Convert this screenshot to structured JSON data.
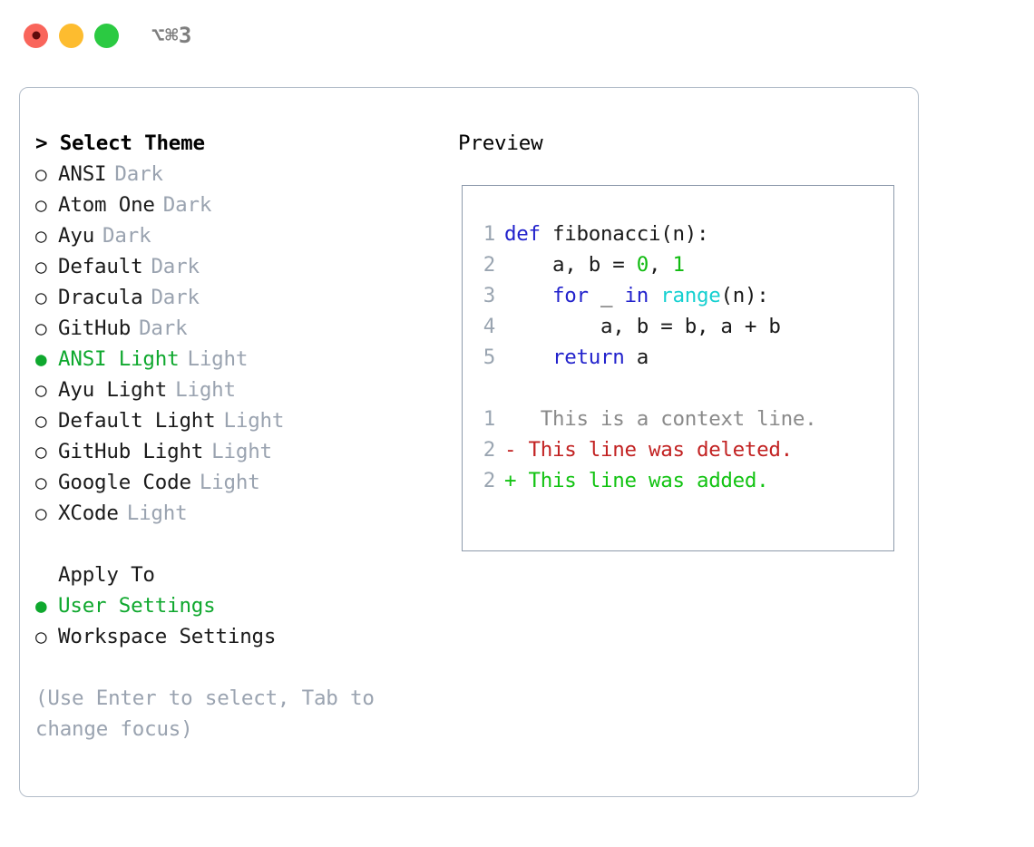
{
  "window": {
    "shortcut_hint": "⌥⌘3",
    "traffic_lights": [
      {
        "name": "close",
        "color": "#f9655b"
      },
      {
        "name": "minimize",
        "color": "#fdbc2f"
      },
      {
        "name": "maximize",
        "color": "#2bca42"
      }
    ]
  },
  "theme_panel": {
    "title": "> Select Theme",
    "items": [
      {
        "marker": "○",
        "label": "ANSI",
        "tag": "Dark",
        "selected": false
      },
      {
        "marker": "○",
        "label": "Atom One",
        "tag": "Dark",
        "selected": false
      },
      {
        "marker": "○",
        "label": "Ayu",
        "tag": "Dark",
        "selected": false
      },
      {
        "marker": "○",
        "label": "Default",
        "tag": "Dark",
        "selected": false
      },
      {
        "marker": "○",
        "label": "Dracula",
        "tag": "Dark",
        "selected": false
      },
      {
        "marker": "○",
        "label": "GitHub",
        "tag": "Dark",
        "selected": false
      },
      {
        "marker": "●",
        "label": "ANSI Light",
        "tag": "Light",
        "selected": true
      },
      {
        "marker": "○",
        "label": "Ayu Light",
        "tag": "Light",
        "selected": false
      },
      {
        "marker": "○",
        "label": "Default Light",
        "tag": "Light",
        "selected": false
      },
      {
        "marker": "○",
        "label": "GitHub Light",
        "tag": "Light",
        "selected": false
      },
      {
        "marker": "○",
        "label": "Google Code",
        "tag": "Light",
        "selected": false
      },
      {
        "marker": "○",
        "label": "XCode",
        "tag": "Light",
        "selected": false
      }
    ]
  },
  "apply_to": {
    "title": "Apply To",
    "items": [
      {
        "marker": "●",
        "label": "User Settings",
        "selected": true
      },
      {
        "marker": "○",
        "label": "Workspace Settings",
        "selected": false
      }
    ]
  },
  "hint": {
    "line1": "(Use Enter to select, Tab to",
    "line2": "change focus)"
  },
  "preview": {
    "title": "Preview",
    "code_lines": [
      {
        "lineno": "1",
        "tokens": [
          {
            "text": "def ",
            "type": "kw"
          },
          {
            "text": "fibonacci(n):",
            "type": "plain"
          }
        ]
      },
      {
        "lineno": "2",
        "tokens": [
          {
            "text": "    a, b = ",
            "type": "plain"
          },
          {
            "text": "0",
            "type": "num"
          },
          {
            "text": ", ",
            "type": "plain"
          },
          {
            "text": "1",
            "type": "num"
          }
        ]
      },
      {
        "lineno": "3",
        "tokens": [
          {
            "text": "    ",
            "type": "plain"
          },
          {
            "text": "for",
            "type": "kw"
          },
          {
            "text": " _ ",
            "type": "plain"
          },
          {
            "text": "in",
            "type": "kw"
          },
          {
            "text": " ",
            "type": "plain"
          },
          {
            "text": "range",
            "type": "fn"
          },
          {
            "text": "(n):",
            "type": "plain"
          }
        ]
      },
      {
        "lineno": "4",
        "tokens": [
          {
            "text": "        a, b = b, a + b",
            "type": "plain"
          }
        ]
      },
      {
        "lineno": "5",
        "tokens": [
          {
            "text": "    ",
            "type": "plain"
          },
          {
            "text": "return",
            "type": "kw"
          },
          {
            "text": " a",
            "type": "plain"
          }
        ]
      }
    ],
    "diff_lines": [
      {
        "lineno": "1",
        "sign": " ",
        "text": "  This is a context line.",
        "kind": "context"
      },
      {
        "lineno": "2",
        "sign": "-",
        "text": " This line was deleted.",
        "kind": "del"
      },
      {
        "lineno": "2",
        "sign": "+",
        "text": " This line was added.",
        "kind": "add"
      }
    ]
  },
  "colors": {
    "accent_green": "#0fa82e",
    "tag_gray": "#9aa3b0",
    "keyword_blue": "#2222cc",
    "function_cyan": "#15d0d0",
    "number_green": "#11bb11",
    "diff_delete_red": "#c22222",
    "diff_add_green": "#12c312",
    "panel_border": "#b3bdc9",
    "preview_border": "#8d9aab"
  }
}
